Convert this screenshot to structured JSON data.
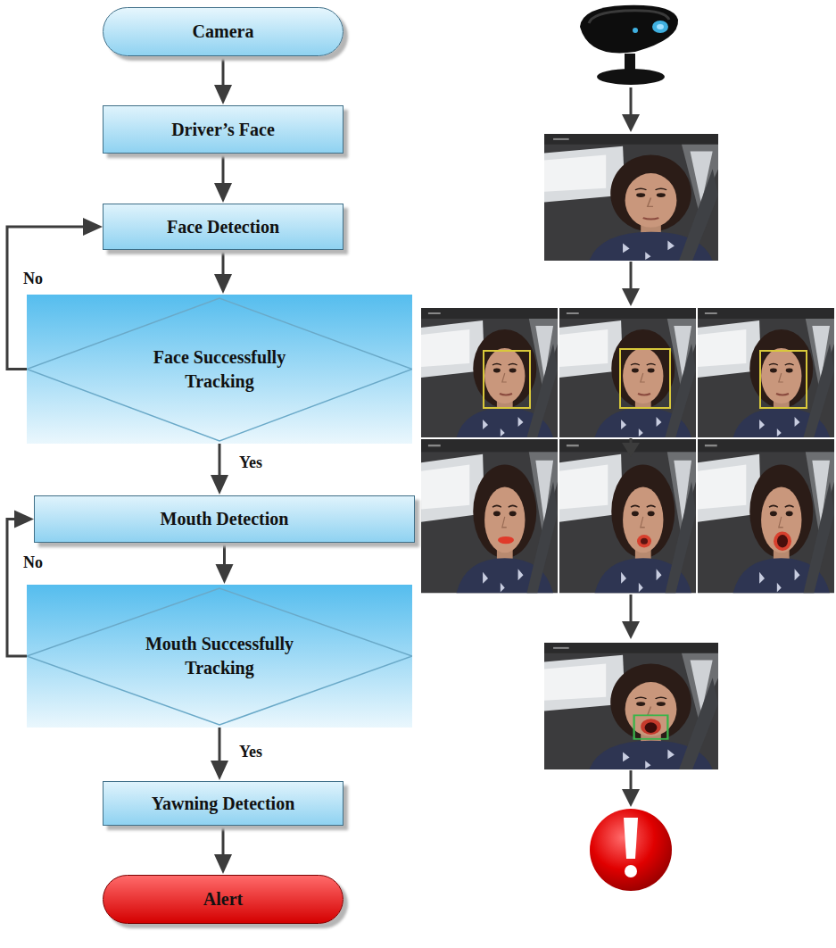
{
  "diagram": {
    "nodes": [
      {
        "text": [
          "Camera"
        ]
      },
      {
        "text": [
          "Driver’s Face"
        ]
      },
      {
        "text": [
          "Face Detection"
        ]
      },
      {
        "text": [
          "Face Successfully Tracking"
        ]
      },
      {
        "text": [
          "Mouth Detection"
        ]
      },
      {
        "text": [
          "Mouth Successfully Tracking"
        ]
      },
      {
        "text": [
          "Yawning Detection"
        ]
      },
      {
        "text": [
          "Alert"
        ]
      }
    ],
    "edges": [
      {
        "from": 0,
        "to": 1,
        "arrow": "to"
      },
      {
        "from": 1,
        "to": 2,
        "arrow": "to"
      },
      {
        "from": 2,
        "to": 3,
        "arrow": "to"
      },
      {
        "from": 3,
        "to": 2,
        "label": "No",
        "arrow": "to"
      },
      {
        "from": 3,
        "to": 4,
        "label": "Yes",
        "arrow": "to"
      },
      {
        "from": 4,
        "to": 5,
        "arrow": "to"
      },
      {
        "from": 5,
        "to": 4,
        "label": "No",
        "arrow": "to"
      },
      {
        "from": 5,
        "to": 6,
        "label": "Yes",
        "arrow": "to"
      },
      {
        "from": 6,
        "to": 7,
        "arrow": "to"
      }
    ]
  }
}
